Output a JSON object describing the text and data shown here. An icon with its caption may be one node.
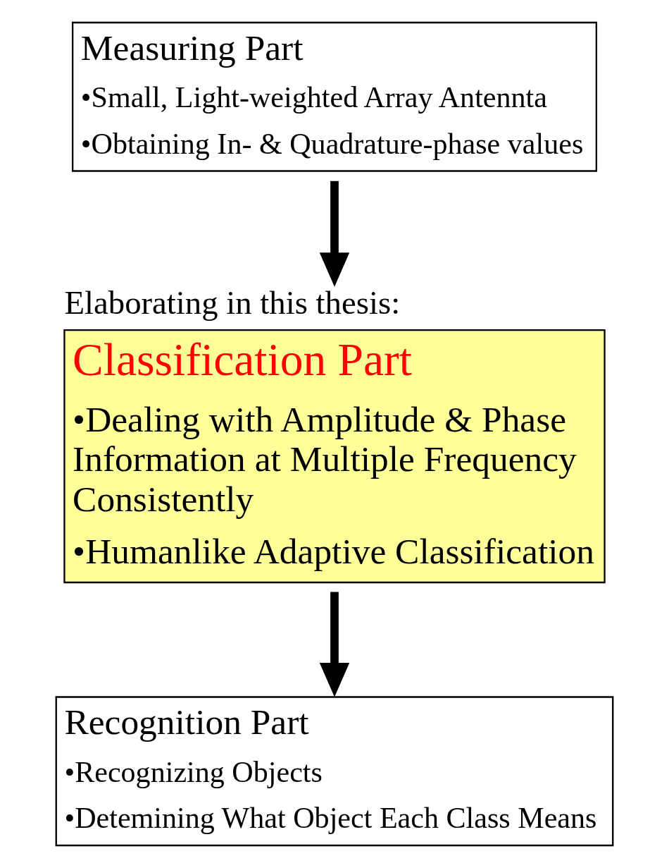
{
  "diagram": {
    "nodes": [
      {
        "text": [
          "Measuring Part",
          "•Small, Light-weighted Array Antennta",
          "•Obtaining In- & Quadrature-phase values"
        ]
      },
      {
        "text": [
          "Classification Part",
          "•Dealing with Amplitude & Phase Information at Multiple Frequency Consistently",
          "•Humanlike Adaptive Classification"
        ],
        "beside": [
          "Elaborating in this thesis:"
        ]
      },
      {
        "text": [
          "Recognition Part",
          "•Recognizing Objects",
          "•Detemining What Object Each Class Means"
        ]
      }
    ],
    "edges": [
      {
        "from": 0,
        "to": 1,
        "arrow": "to"
      },
      {
        "from": 1,
        "to": 2,
        "arrow": "to"
      }
    ]
  }
}
